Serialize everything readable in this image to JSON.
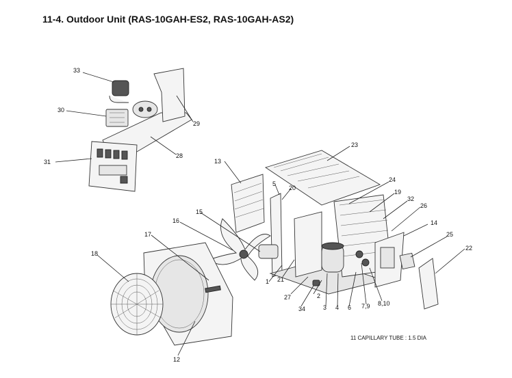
{
  "title": "11-4. Outdoor Unit  (RAS-10GAH-ES2, RAS-10GAH-AS2)",
  "note": "11 CAPILLARY TUBE : 1.5 DIA",
  "labels": {
    "p33": "33",
    "p30": "30",
    "p31": "31",
    "p29": "29",
    "p28": "28",
    "p23": "23",
    "p13": "13",
    "p5": "5",
    "p20": "20",
    "p24": "24",
    "p19": "19",
    "p32": "32",
    "p26": "26",
    "p14": "14",
    "p25": "25",
    "p22": "22",
    "p15": "15",
    "p16": "16",
    "p17": "17",
    "p18": "18",
    "p1": "1",
    "p21": "21",
    "p27": "27",
    "p2": "2",
    "p34": "34",
    "p3": "3",
    "p4": "4",
    "p6": "6",
    "p79": "7,9",
    "p810": "8,10",
    "p12": "12"
  }
}
